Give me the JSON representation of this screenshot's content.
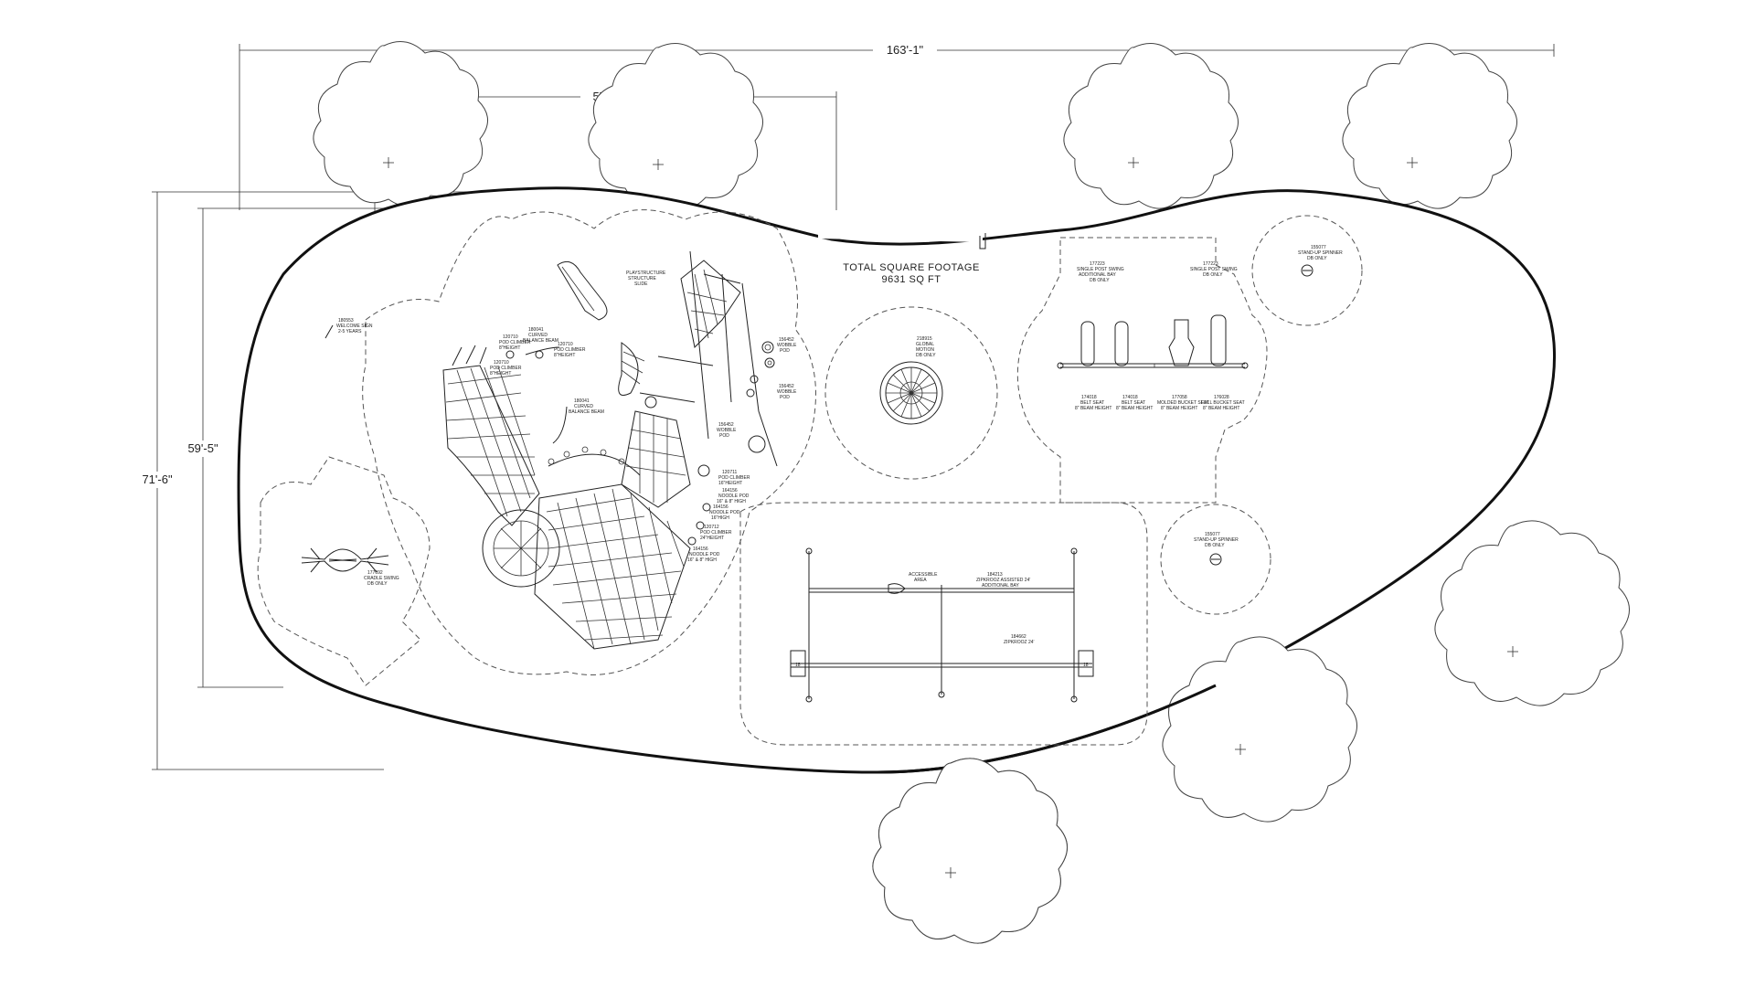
{
  "dimensions": {
    "overall_width": "163'-1\"",
    "inner_width": "57'-4\"",
    "overall_height": "71'-6\"",
    "inner_height": "59'-5\""
  },
  "area": {
    "title": "TOTAL SQUARE FOOTAGE",
    "value": "9631 SQ FT"
  },
  "labels": {
    "welcome_sign": [
      "180553",
      "WELCOME SIGN",
      "2-5 YEARS"
    ],
    "cradle_swing": [
      "177092",
      "CRADLE SWING",
      "DB ONLY"
    ],
    "pod_climber_1": [
      "120710",
      "POD CLIMBER",
      "8\"HEIGHT"
    ],
    "balance_beam_1": [
      "180041",
      "CURVED",
      "BALANCE BEAM"
    ],
    "pod_climber_2": [
      "120710",
      "POD CLIMBER",
      "8\"HEIGHT"
    ],
    "pod_climber_3": [
      "120710",
      "POD CLIMBER",
      "8\"HEIGHT"
    ],
    "balance_beam_2": [
      "180041",
      "CURVED",
      "BALANCE BEAM"
    ],
    "playstructure": [
      "PLAYSTRUCTURE",
      "STRUCTURE",
      "SLIDE"
    ],
    "wobble_pod_1": [
      "156452",
      "WOBBLE",
      "POD"
    ],
    "wobble_pod_2": [
      "156452",
      "WOBBLE",
      "POD"
    ],
    "wobble_pod_3": [
      "156452",
      "WOBBLE",
      "POD"
    ],
    "pod_climber_4": [
      "120711",
      "POD CLIMBER",
      "16\"HEIGHT"
    ],
    "noodle_pod_1": [
      "164156",
      "NOODLE POD",
      "16\" & 8\" HIGH"
    ],
    "noodle_pod_2": [
      "164156",
      "NOODLE POD",
      "16\"HIGH"
    ],
    "pod_climber_5": [
      "120712",
      "POD CLIMBER",
      "24\"HEIGHT"
    ],
    "noodle_pod_3": [
      "164156",
      "NOODLE POD",
      "16\" & 8\" HIGH"
    ],
    "global_motion": [
      "218915",
      "GLOBAL",
      "MOTION",
      "DB ONLY"
    ],
    "single_post_swing_1": [
      "177223",
      "SINGLE POST SWING",
      "ADDITIONAL BAY",
      "DB ONLY"
    ],
    "single_post_swing_2": [
      "177223",
      "SINGLE POST SWING",
      "DB ONLY"
    ],
    "belt_seat_1": [
      "174018",
      "BELT SEAT",
      "8\" BEAM HEIGHT"
    ],
    "belt_seat_2": [
      "174018",
      "BELT SEAT",
      "8\" BEAM HEIGHT"
    ],
    "bucket_seat": [
      "177058",
      "MOLDED BUCKET SEAT",
      "8\" BEAM HEIGHT"
    ],
    "full_bucket_seat": [
      "176028",
      "FULL BUCKET SEAT",
      "8\" BEAM HEIGHT"
    ],
    "spinner_1": [
      "155077",
      "STAND-UP SPINNER",
      "DB ONLY"
    ],
    "spinner_2": [
      "155077",
      "STAND-UP SPINNER",
      "DB ONLY"
    ],
    "zipkrooz_1": [
      "184213",
      "ZIPKROOZ ASSISTED 24'",
      "ADDITIONAL BAY"
    ],
    "zipkrooz_2": [
      "184662",
      "ZIPKROOZ 24'"
    ],
    "accessible_area": [
      "ACCESSIBLE",
      "AREA"
    ],
    "zip_end_left": "18",
    "zip_end_right": "18"
  }
}
